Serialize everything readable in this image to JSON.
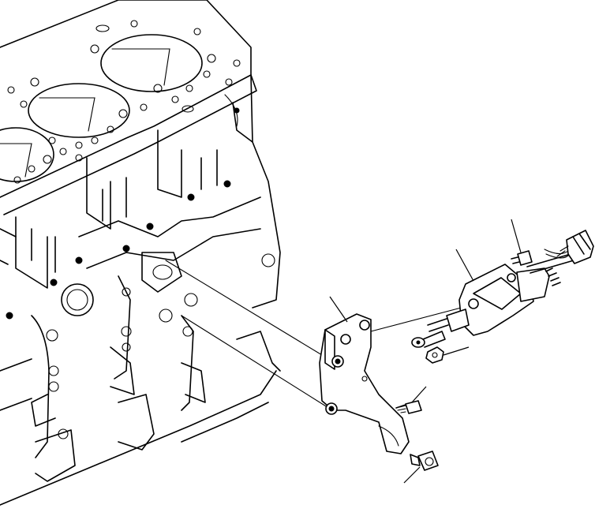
{
  "figure": {
    "background": "#ffffff",
    "line_color": "#000000",
    "parts": [
      {
        "id": "engine-block",
        "icon": "cylinder-block-icon"
      },
      {
        "id": "bracket",
        "icon": "bracket-icon"
      },
      {
        "id": "solenoid",
        "icon": "stop-solenoid-icon"
      },
      {
        "id": "connector",
        "icon": "wire-connector-icon"
      },
      {
        "id": "bracket-bolt-upper",
        "icon": "bolt-icon"
      },
      {
        "id": "bracket-bolt-lower",
        "icon": "bolt-icon"
      },
      {
        "id": "solenoid-bolt",
        "icon": "bolt-icon"
      },
      {
        "id": "nut",
        "icon": "nut-icon"
      },
      {
        "id": "rod-end",
        "icon": "rod-end-icon"
      }
    ],
    "leaders": [
      "bracket-bolt-upper",
      "bracket-bolt-lower",
      "bracket",
      "solenoid",
      "solenoid-bolt",
      "nut"
    ]
  }
}
